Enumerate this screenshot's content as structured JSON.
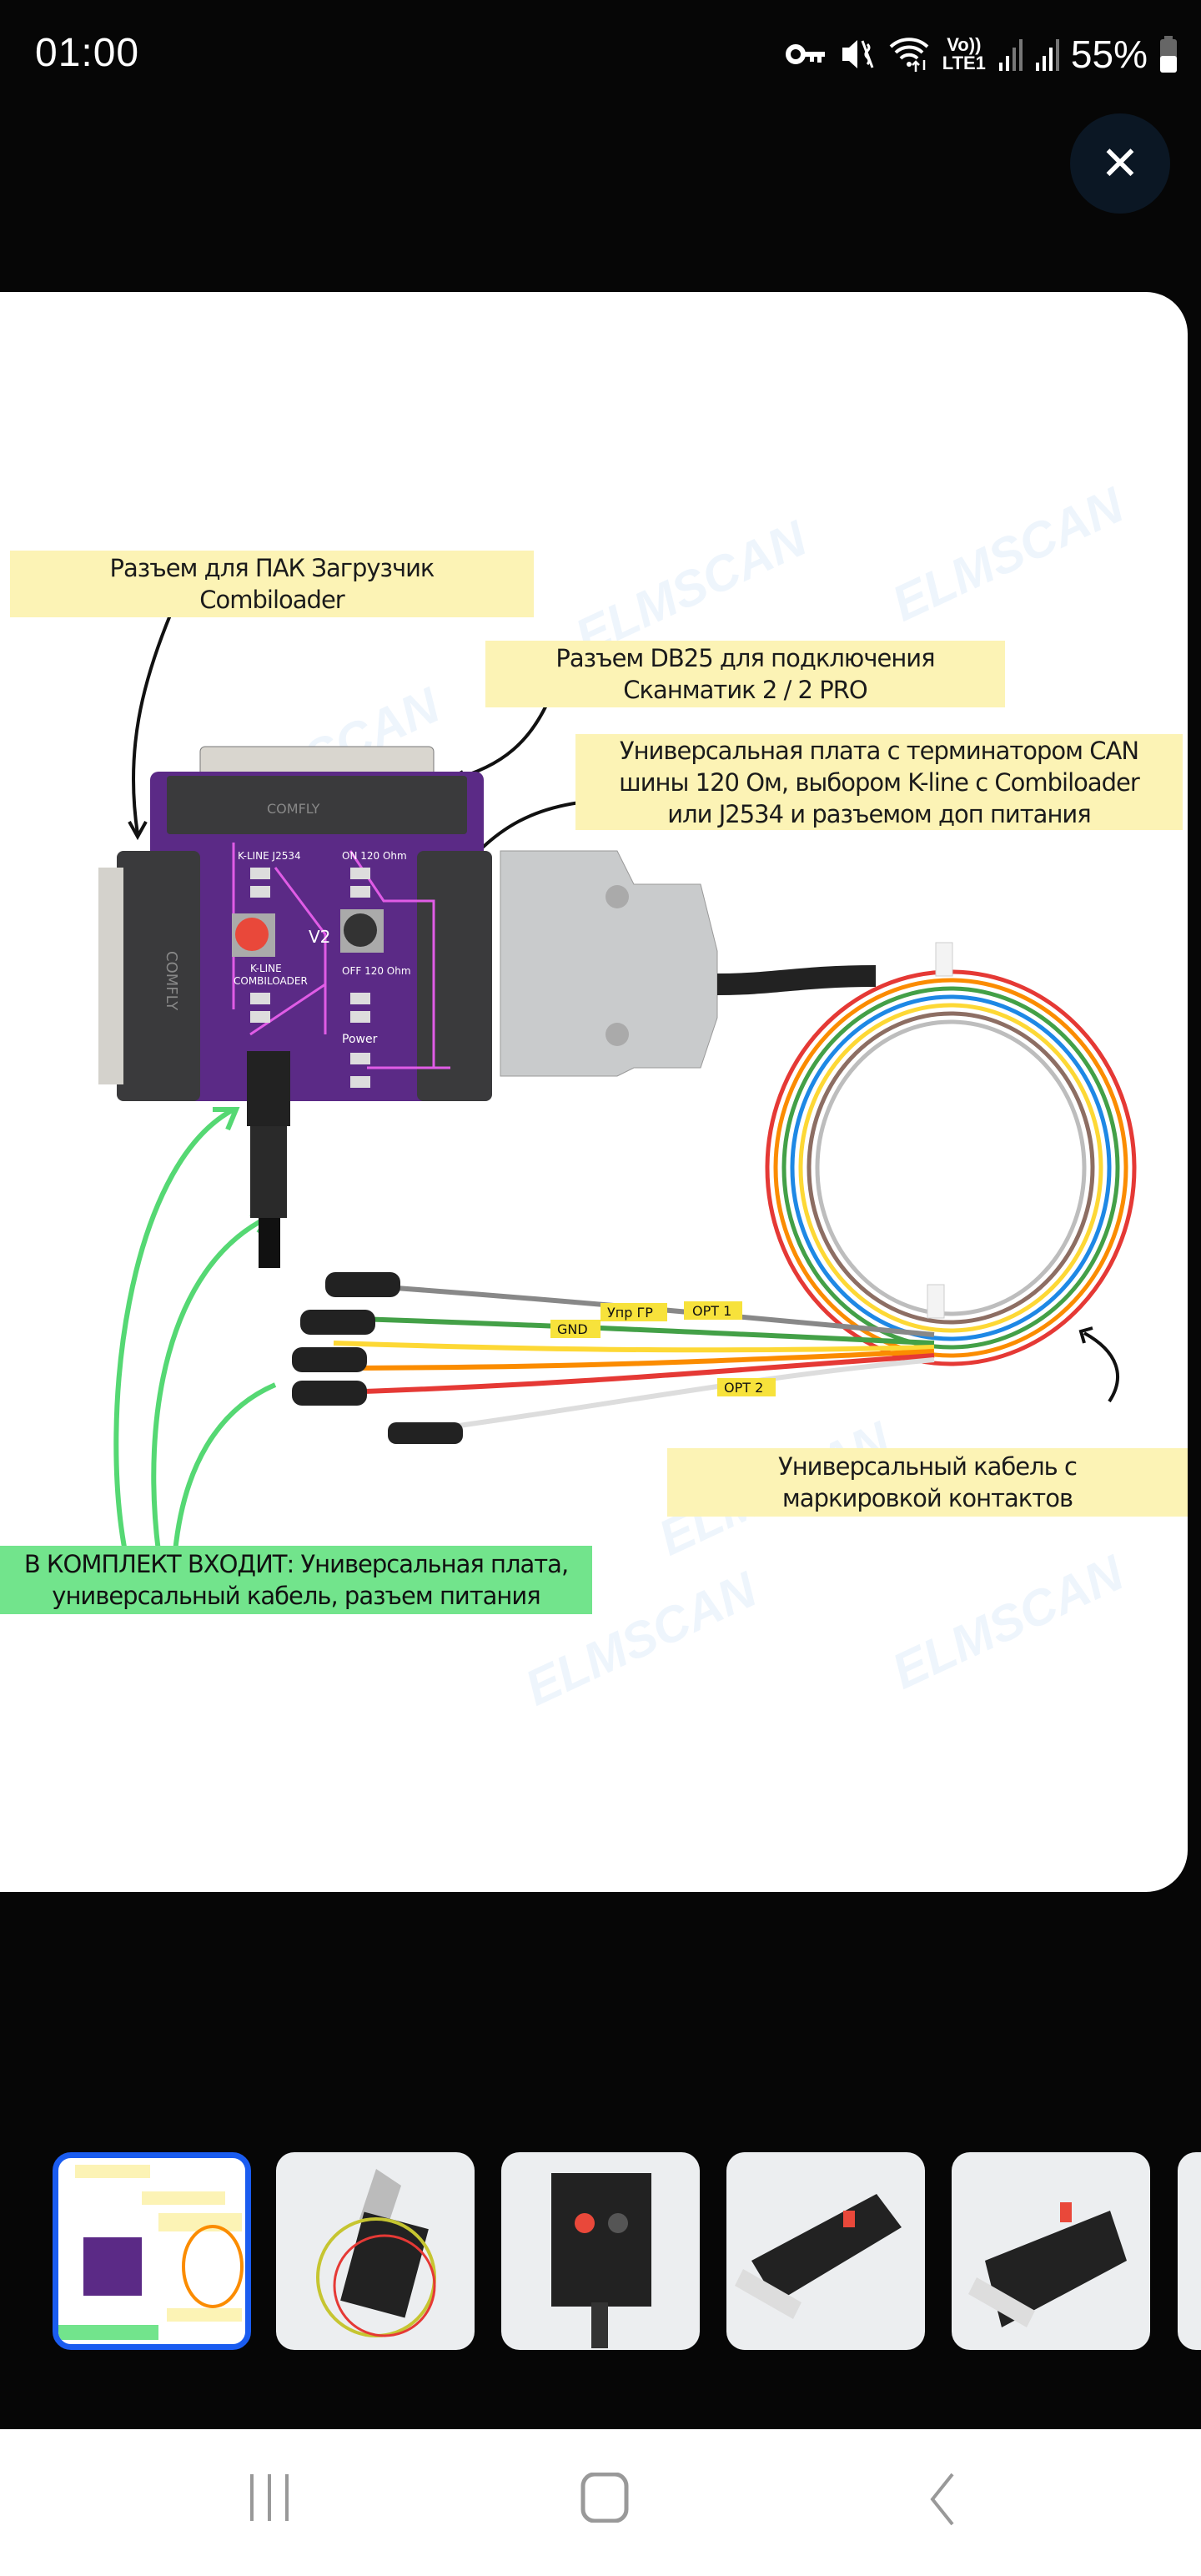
{
  "status_bar": {
    "time": "01:00",
    "battery": "55%",
    "network_label_top": "Vo))",
    "network_label_bottom": "LTE1",
    "icons": [
      "vpn-key-icon",
      "mute-vibrate-icon",
      "wifi-icon",
      "signal-icon",
      "signal-icon",
      "battery-icon"
    ]
  },
  "viewer": {
    "close_label": "✕",
    "image": {
      "watermark": "ELMSCAN",
      "callouts": {
        "combiloader": "Разъем для ПАК Загрузчик\nCombiloader",
        "db25": "Разъем DB25 для подключения\nСканматик 2 / 2 PRO",
        "board": "Универсальная плата с терминатором CAN\nшины 120 Ом, выбором K-line с Combiloader\nили J2534 и разъемом доп питания",
        "cable": "Универсальный кабель с\nмаркировкой контактов",
        "kit": "В КОМПЛЕКТ ВХОДИТ: Универсальная плата,\nуниверсальный кабель, разъем питания"
      },
      "board_labels": {
        "kline_j2534": "K-LINE J2534",
        "on_120": "ON 120 Ohm",
        "kline_combiloader_1": "K-LINE",
        "kline_combiloader_2": "COMBILOADER",
        "off_120": "OFF 120 Ohm",
        "power": "Power",
        "v2": "V2",
        "brand": "COMFLY"
      },
      "wire_tags": [
        "Упр ГР",
        "OPT 1",
        "GND",
        "OPT 2"
      ],
      "colors": {
        "callout": "#fcf3b5",
        "kit_callout": "#72e48c",
        "board": "#5b2a86",
        "trace": "#e05ce6"
      }
    }
  },
  "thumbnails": {
    "selected_index": 0,
    "items": [
      "thumbnail-annotated-kit",
      "thumbnail-board-with-cable",
      "thumbnail-board-top",
      "thumbnail-board-angle",
      "thumbnail-board-side",
      "thumbnail-partial"
    ]
  },
  "nav_bar": {
    "recent": "recent-apps-button",
    "home": "home-button",
    "back": "back-button"
  }
}
